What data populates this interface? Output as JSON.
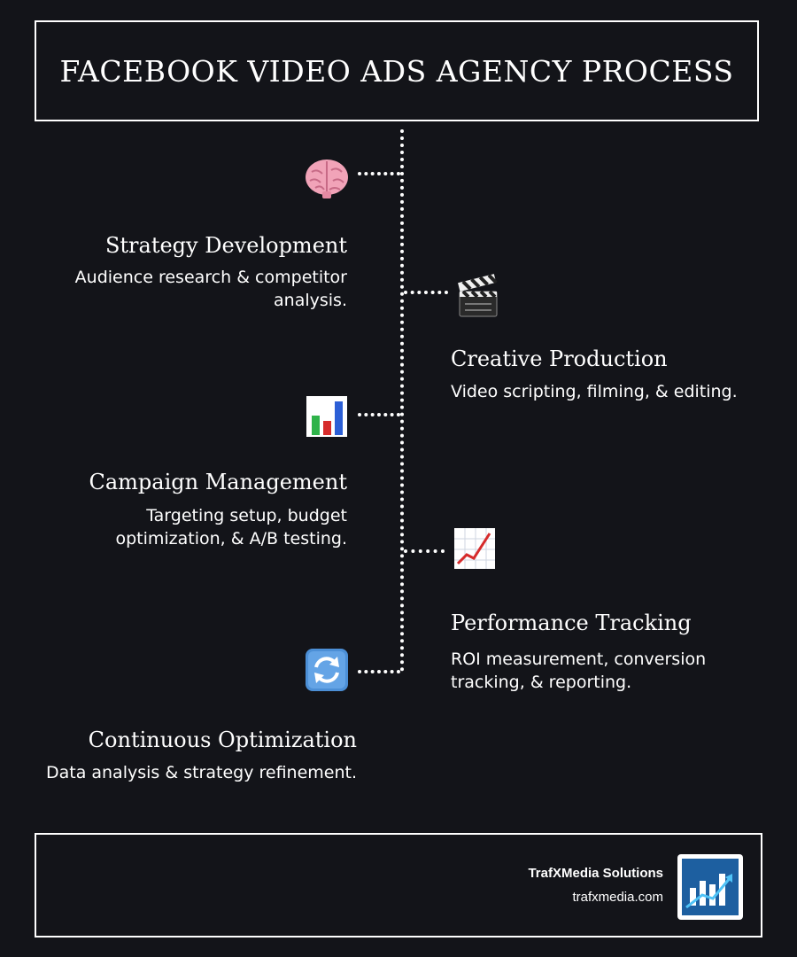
{
  "title": "FACEBOOK VIDEO ADS AGENCY PROCESS",
  "steps": [
    {
      "title": "Strategy Development",
      "desc": "Audience research & competitor analysis.",
      "icon": "brain-icon",
      "side": "left"
    },
    {
      "title": "Creative Production",
      "desc": "Video scripting, filming, & editing.",
      "icon": "clapperboard-icon",
      "side": "right"
    },
    {
      "title": "Campaign Management",
      "desc": "Targeting setup, budget optimization, & A/B testing.",
      "icon": "bar-chart-icon",
      "side": "left"
    },
    {
      "title": "Performance Tracking",
      "desc": "ROI measurement, conversion tracking, & reporting.",
      "icon": "trend-chart-icon",
      "side": "right"
    },
    {
      "title": "Continuous Optimization",
      "desc": "Data analysis & strategy refinement.",
      "icon": "refresh-icon",
      "side": "left"
    }
  ],
  "footer": {
    "brand": "TrafXMedia Solutions",
    "url": "trafxmedia.com",
    "logo_icon": "bar-growth-logo-icon"
  },
  "colors": {
    "background": "#131419",
    "text": "#ffffff",
    "logo_blue": "#1d5fa0"
  }
}
